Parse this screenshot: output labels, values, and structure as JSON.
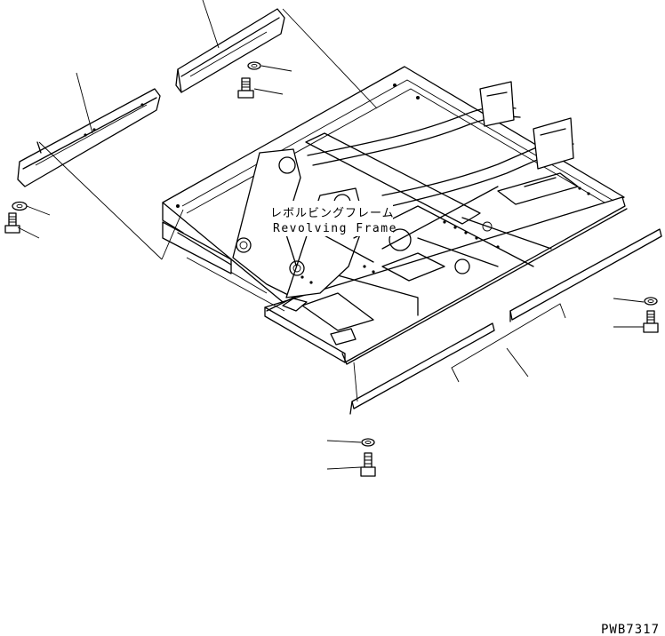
{
  "title_jp": "レボルビングフレーム",
  "title_en": "Revolving Frame",
  "drawing_code": "PWB7317"
}
